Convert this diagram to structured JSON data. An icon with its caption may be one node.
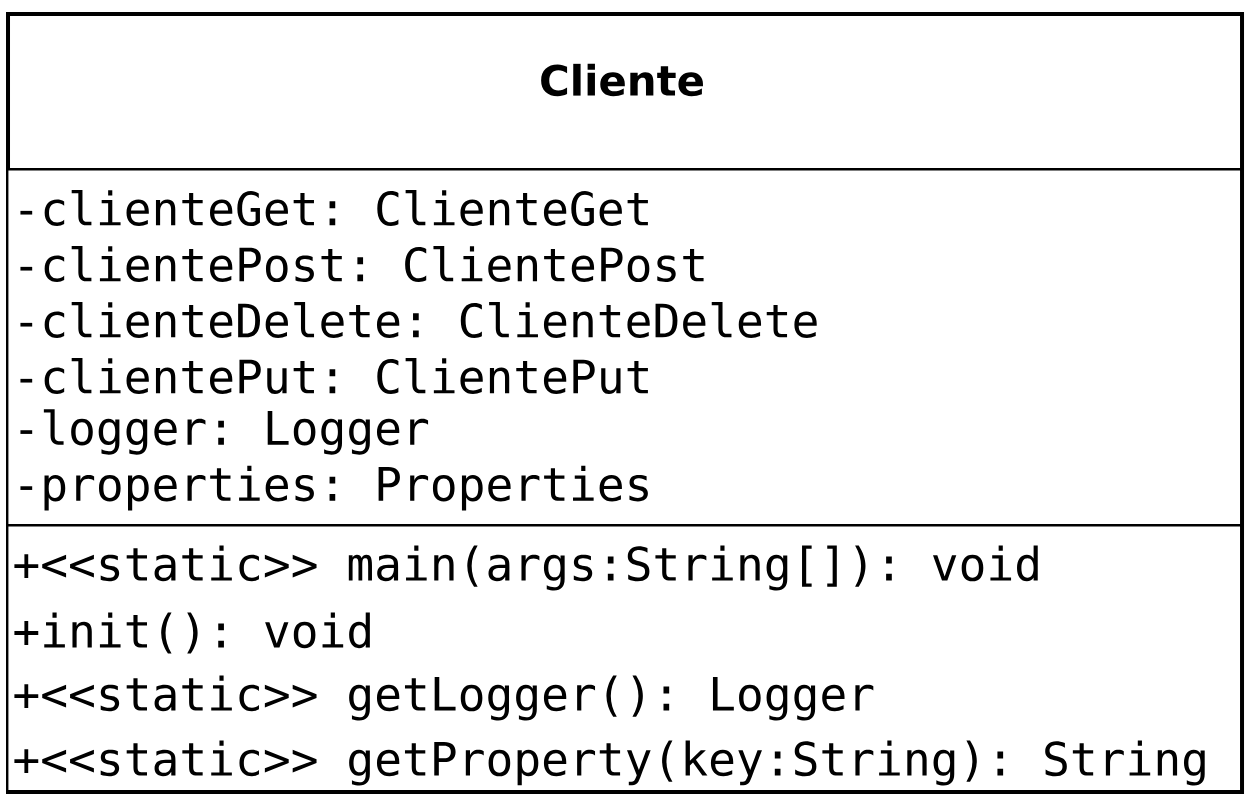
{
  "diagram": {
    "nodes": [
      {
        "text": [
          "Cliente"
        ]
      },
      {
        "text": [
          "-clienteGet: ClienteGet",
          "-clientePost: ClientePost",
          "-clienteDelete: ClienteDelete",
          "-clientePut: ClientePut",
          "-logger: Logger",
          "-properties: Properties"
        ],
        "in": 0
      },
      {
        "text": [
          "+<<static>> main(args:String[]): void",
          "+init(): void",
          "+<<static>> getLogger(): Logger",
          "+<<static>> getProperty(key:String): String"
        ],
        "in": 0
      }
    ]
  }
}
